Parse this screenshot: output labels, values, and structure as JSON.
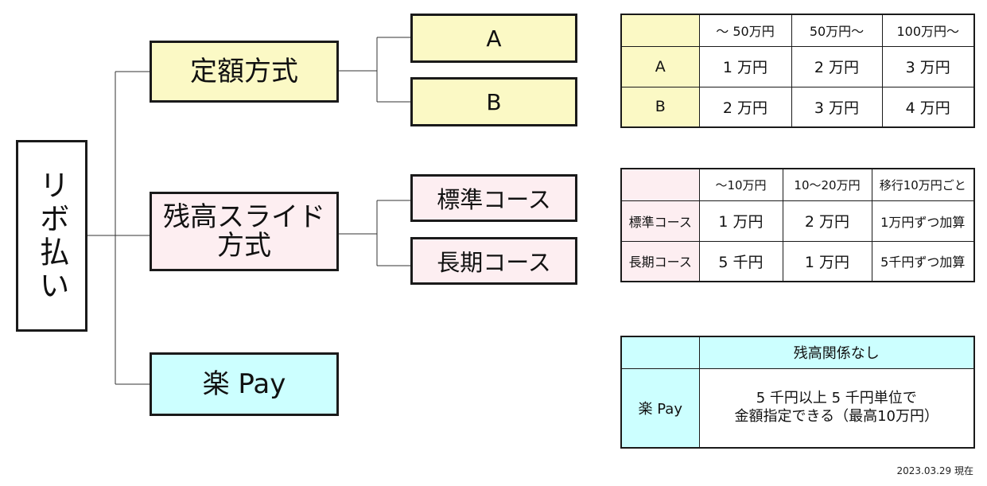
{
  "root": {
    "label": "リボ払い"
  },
  "methods": {
    "teigaku": "定額方式",
    "zandaka_line1": "残高スライド",
    "zandaka_line2": "方式",
    "rakupay": "楽 Pay"
  },
  "options": {
    "a": "A",
    "b": "B",
    "standard": "標準コース",
    "long": "長期コース"
  },
  "table_teigaku": {
    "headers": [
      "",
      "～ 50万円",
      "50万円～",
      "100万円～"
    ],
    "rows": [
      {
        "label": "A",
        "values": [
          "1 万円",
          "2 万円",
          "3 万円"
        ]
      },
      {
        "label": "B",
        "values": [
          "2 万円",
          "3 万円",
          "4 万円"
        ]
      }
    ]
  },
  "table_zandaka": {
    "headers": [
      "",
      "～10万円",
      "10～20万円",
      "移行10万円ごと"
    ],
    "rows": [
      {
        "label": "標準コース",
        "values": [
          "1 万円",
          "2 万円",
          "1万円ずつ加算"
        ]
      },
      {
        "label": "長期コース",
        "values": [
          "5 千円",
          "1 万円",
          "5千円ずつ加算"
        ]
      }
    ]
  },
  "table_rakupay": {
    "header": "残高関係なし",
    "label": "楽 Pay",
    "line1": "5 千円以上 5 千円単位で",
    "line2": "金額指定できる（最高10万円）"
  },
  "date_stamp": "2023.03.29 現在",
  "colors": {
    "yellow": "#fbf9c5",
    "pink": "#fdeef1",
    "cyan": "#ccffff",
    "border": "#1a1a1a"
  }
}
